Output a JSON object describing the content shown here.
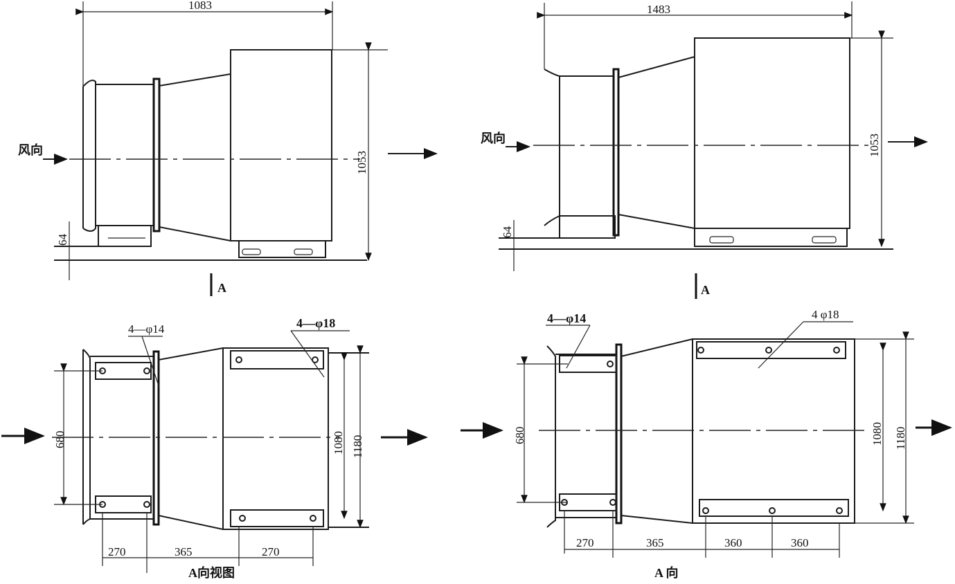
{
  "views": {
    "top_left": {
      "overall_length": "1083",
      "height": "1053",
      "foot_height": "64",
      "flow_label": "风向",
      "view_marker": "A"
    },
    "top_right": {
      "overall_length": "1483",
      "height": "1053",
      "foot_height": "64",
      "flow_label": "风向",
      "view_marker": "A"
    },
    "bottom_left": {
      "hole_small": "4—φ14",
      "hole_large": "4—φ18",
      "bolt_span": "680",
      "inner_width": "1080",
      "outer_width": "1180",
      "dim_1": "270",
      "dim_2": "365",
      "dim_3": "270",
      "caption": "A向视图"
    },
    "bottom_right": {
      "hole_small": "4—φ14",
      "hole_large": "4  φ18",
      "bolt_span": "680",
      "inner_width": "1080",
      "outer_width": "1180",
      "dim_1": "270",
      "dim_2": "365",
      "dim_3": "360",
      "dim_4": "360",
      "caption": "A 向"
    }
  }
}
